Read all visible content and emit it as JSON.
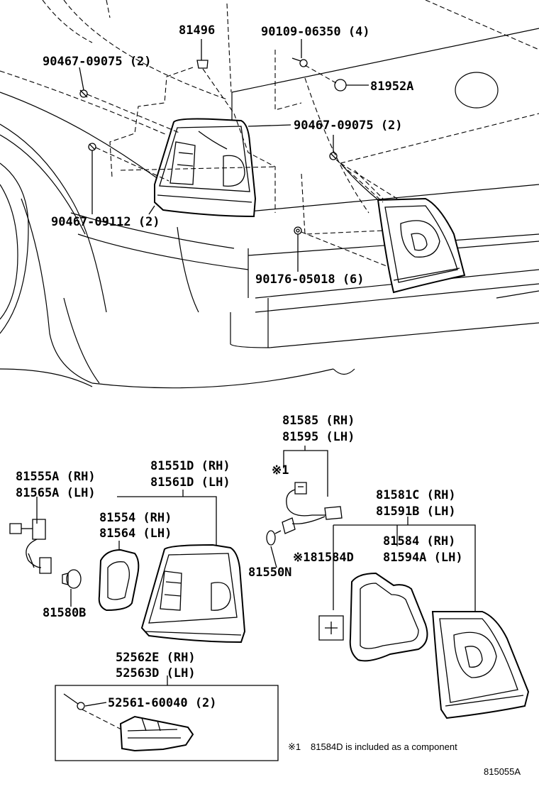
{
  "diagram_id": "815055A",
  "footnote": {
    "marker": "※1",
    "text": "81584D is included as a  component"
  },
  "callouts": {
    "p81496": "81496",
    "p90109_06350": "90109-06350 (4)",
    "p90467_09075_a": "90467-09075 (2)",
    "p81952A": "81952A",
    "p90467_09075_b": "90467-09075 (2)",
    "p90467_09112": "90467-09112 (2)",
    "p90176_05018": "90176-05018 (6)",
    "p81585_rh": "81585 (RH)",
    "p81595_lh": "81595 (LH)",
    "ref1": "※1",
    "p81555A_rh": "81555A (RH)",
    "p81565A_lh": "81565A (LH)",
    "p81551D_rh": "81551D (RH)",
    "p81561D_lh": "81561D (LH)",
    "p81554_rh": "81554 (RH)",
    "p81564_lh": "81564 (LH)",
    "p81550N": "81550N",
    "p81584D": "※181584D",
    "p81581C_rh": "81581C (RH)",
    "p81591B_lh": "81591B (LH)",
    "p81584_rh": "81584 (RH)",
    "p81594A_lh": "81594A (LH)",
    "p81580B": "81580B",
    "p52562E_rh": "52562E (RH)",
    "p52563D_lh": "52563D (LH)",
    "p52561_60040": "52561-60040 (2)"
  }
}
